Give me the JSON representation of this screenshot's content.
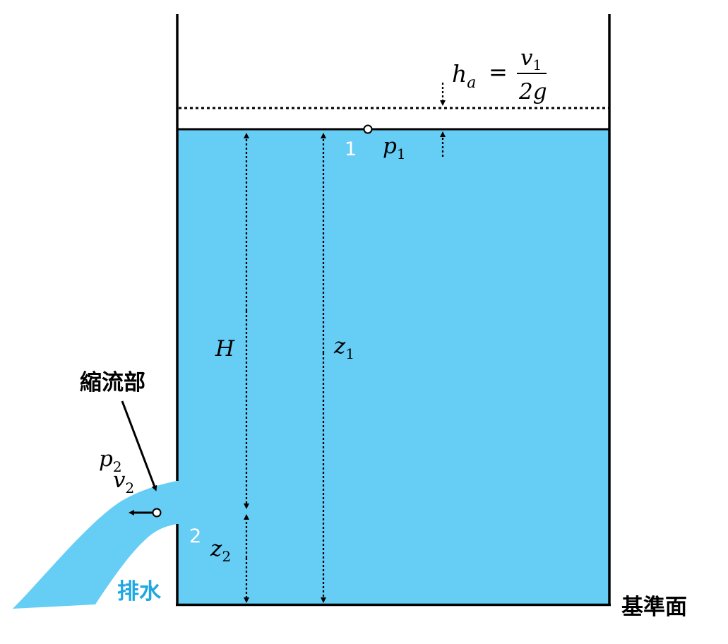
{
  "labels": {
    "ha": "h",
    "ha_sub": "a",
    "equals": "=",
    "frac_num": "v",
    "frac_num_sub": "1",
    "frac_den": "2g",
    "point1": "1",
    "p1": "p",
    "p1_sub": "1",
    "H": "H",
    "z1": "z",
    "z1_sub": "1",
    "constriction": "縮流部",
    "p2": "p",
    "p2_sub": "2",
    "v2": "v",
    "v2_sub": "2",
    "point2": "2",
    "z2": "z",
    "z2_sub": "2",
    "discharge": "排水",
    "datum": "基準面"
  },
  "colors": {
    "water": "#66cdf5",
    "discharge_text": "#1fa8e0",
    "line": "#000000",
    "point_label": "#ffffff"
  }
}
